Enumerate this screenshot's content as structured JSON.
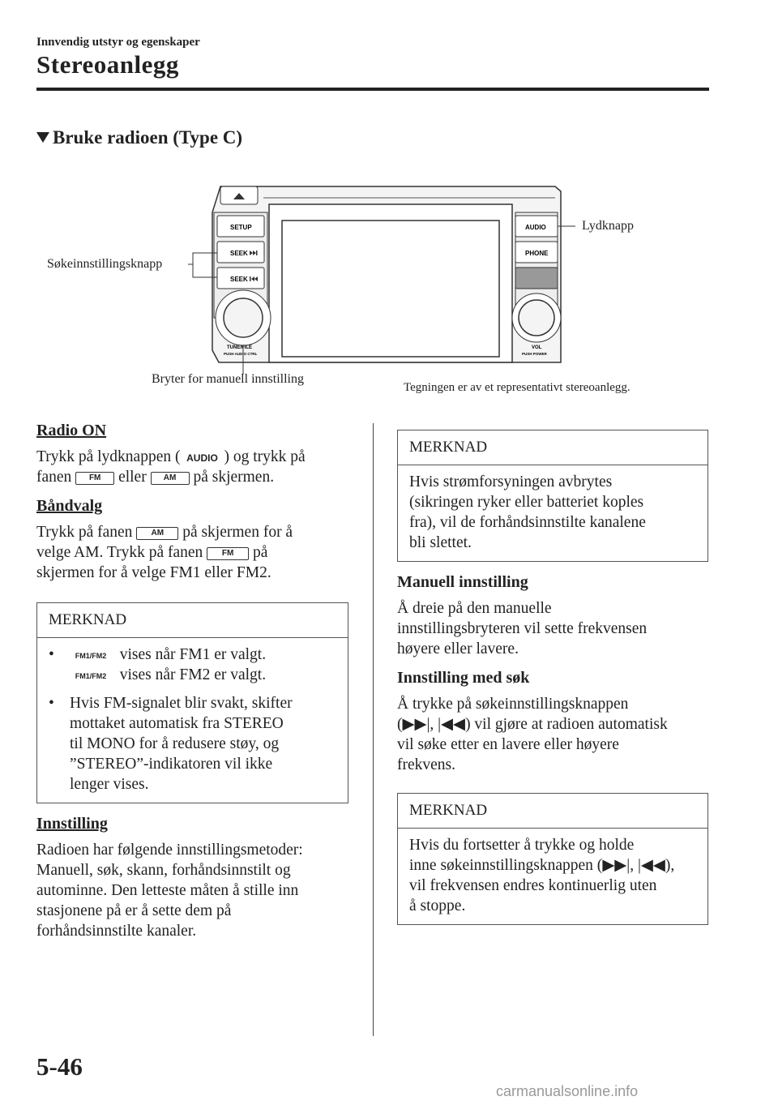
{
  "header": {
    "section_label": "Innvendig utstyr og egenskaper",
    "chapter_title": "Stereoanlegg"
  },
  "heading": "Bruke radioen (Type C)",
  "figure": {
    "label_lydknapp": "Lydknapp",
    "label_seek": "Søkeinnstillingsknapp",
    "label_manual": "Bryter for manuell innstilling",
    "caption": "Tegningen er av et representativt stereoanlegg.",
    "btn_setup": "SETUP",
    "btn_seek_next": "SEEK",
    "btn_seek_prev": "SEEK",
    "btn_audio": "AUDIO",
    "btn_phone": "PHONE",
    "knob_left_label": "TUNE/FILE",
    "knob_left_sub": "PUSH AUDIO CTRL",
    "knob_right_label": "VOL",
    "knob_right_sub": "PUSH POWER"
  },
  "left": {
    "radio_on_title": "Radio ON",
    "radio_on_1": "Trykk på lydknappen (",
    "radio_on_2": ") og trykk på",
    "radio_on_3": "fanen",
    "radio_on_4": "eller",
    "radio_on_5": "på skjermen.",
    "icon_audio": "AUDIO",
    "icon_fm": "FM",
    "icon_am": "AM",
    "band_title": "Båndvalg",
    "band_1": "Trykk på fanen",
    "band_2": "på skjermen for å",
    "band_3": "velge AM. Trykk på fanen",
    "band_4": "på",
    "band_5": "skjermen for å velge FM1 eller FM2.",
    "note1_head": "MERKNAD",
    "note1_icon_fm1": "FM1/FM2",
    "note1_fm1": "vises når FM1 er valgt.",
    "note1_icon_fm2": "FM1/FM2",
    "note1_fm2": "vises når FM2 er valgt.",
    "note1_b2_l1": "Hvis FM-signalet blir svakt, skifter",
    "note1_b2_l2": "mottaket automatisk fra STEREO",
    "note1_b2_l3": "til MONO for å redusere støy, og",
    "note1_b2_l4": "”STEREO”-indikatoren vil ikke",
    "note1_b2_l5": "lenger vises.",
    "setting_title": "Innstilling",
    "setting_l1": "Radioen har følgende innstillingsmetoder:",
    "setting_l2": "Manuell, søk, skann, forhåndsinnstilt og",
    "setting_l3": "autominne. Den letteste måten å stille inn",
    "setting_l4": "stasjonene på er å sette dem på",
    "setting_l5": "forhåndsinnstilte kanaler."
  },
  "right": {
    "note2_head": "MERKNAD",
    "note2_l1": "Hvis strømforsyningen avbrytes",
    "note2_l2": "(sikringen ryker eller batteriet koples",
    "note2_l3": "fra), vil de forhåndsinnstilte kanalene",
    "note2_l4": "bli slettet.",
    "manual_title": "Manuell innstilling",
    "manual_l1": "Å dreie på den manuelle",
    "manual_l2": "innstillingsbryteren vil sette frekvensen",
    "manual_l3": "høyere eller lavere.",
    "seek_title": "Innstilling med søk",
    "seek_l1": "Å trykke på søkeinnstillingsknappen",
    "seek_l2a": "(",
    "seek_l2b": ",",
    "seek_l2c": ") vil gjøre at radioen automatisk",
    "seek_l3": "vil søke etter en lavere eller høyere",
    "seek_l4": "frekvens.",
    "note3_head": "MERKNAD",
    "note3_l1": "Hvis du fortsetter å trykke og holde",
    "note3_l2a": "inne søkeinnstillingsknappen (",
    "note3_l2b": ",",
    "note3_l2c": "),",
    "note3_l3": "vil frekvensen endres kontinuerlig uten",
    "note3_l4": "å stoppe."
  },
  "page_number": "5-46",
  "watermark": "carmanualsonline.info"
}
